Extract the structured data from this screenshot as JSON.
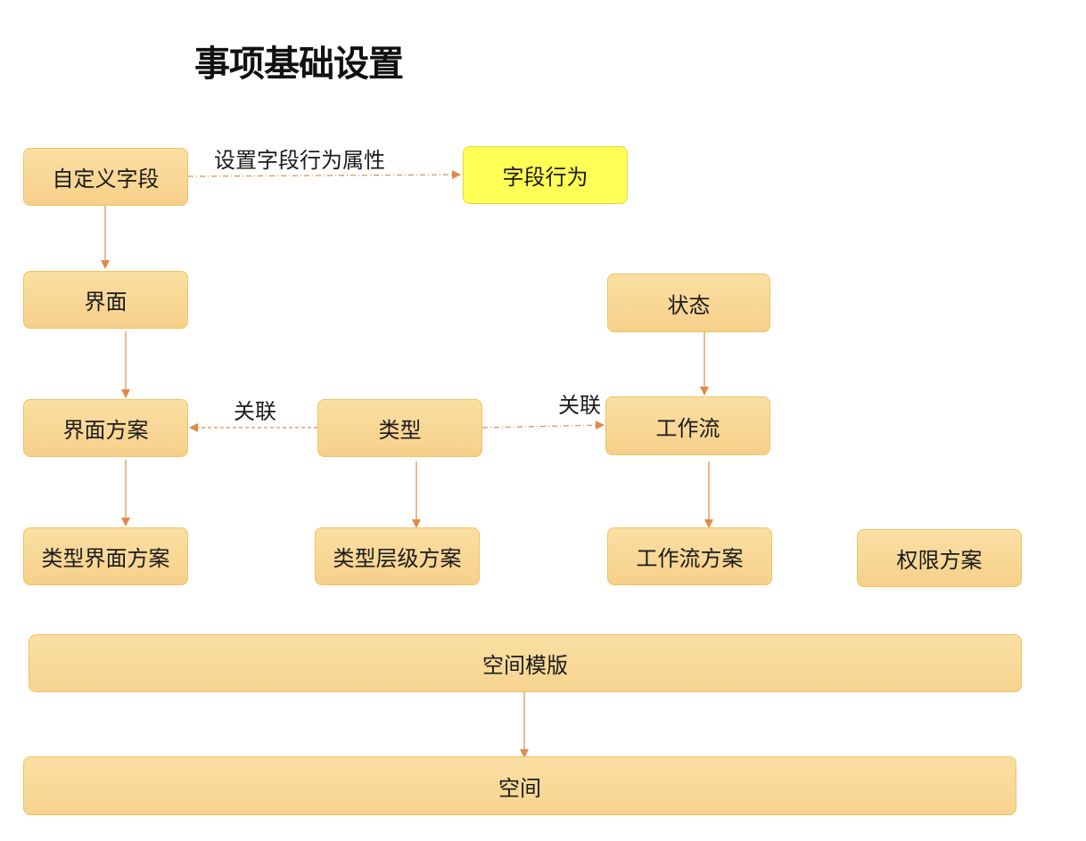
{
  "title": "事项基础设置",
  "nodes": {
    "custom_field": "自定义字段",
    "field_behavior": "字段行为",
    "screen": "界面",
    "status": "状态",
    "screen_scheme": "界面方案",
    "type": "类型",
    "workflow": "工作流",
    "type_screen_scheme": "类型界面方案",
    "type_hierarchy_scheme": "类型层级方案",
    "workflow_scheme": "工作流方案",
    "permission_scheme": "权限方案",
    "space_template": "空间模版",
    "space": "空间"
  },
  "edges": {
    "set_field_behavior": "设置字段行为属性",
    "relate_left": "关联",
    "relate_right": "关联"
  },
  "colors": {
    "box_fill": "#f8d592",
    "box_border": "#f2c261",
    "highlight_fill": "#ffff55",
    "arrow": "#e08a4a"
  }
}
